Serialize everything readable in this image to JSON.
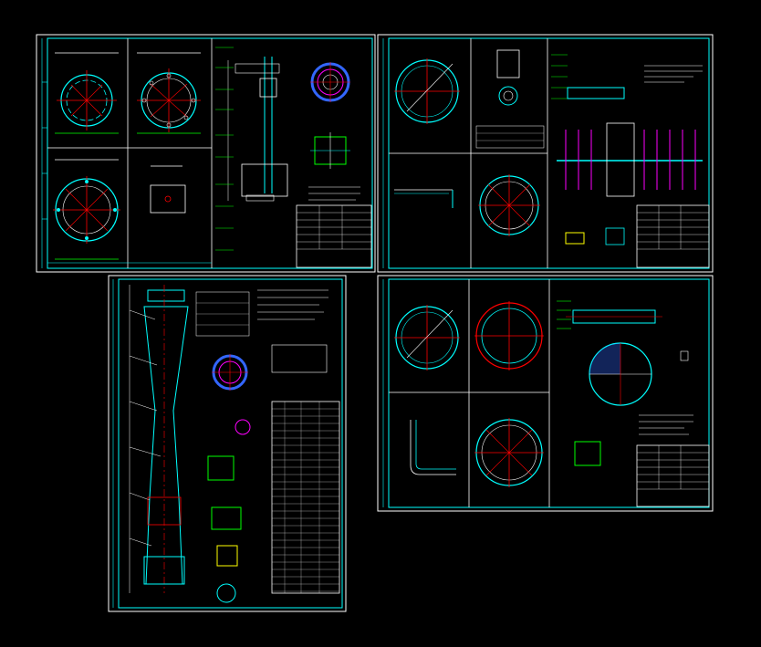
{
  "colors": {
    "background": "#000000",
    "frame": "#ffffff",
    "inner_frame": "#00ffff",
    "centerline": "#ff0000",
    "dimension": "#ffffff",
    "part": "#00ffff",
    "accent_green": "#00ff00",
    "accent_magenta": "#ff00ff",
    "accent_yellow": "#ffff00",
    "hatch_blue": "#3366ff"
  },
  "sheets": [
    {
      "id": "sheet-top-left",
      "content": "plates-and-column"
    },
    {
      "id": "sheet-top-right",
      "content": "rings-and-spray-arms"
    },
    {
      "id": "sheet-bottom-left",
      "content": "tower-assembly"
    },
    {
      "id": "sheet-bottom-right",
      "content": "plates-and-pipe"
    }
  ]
}
